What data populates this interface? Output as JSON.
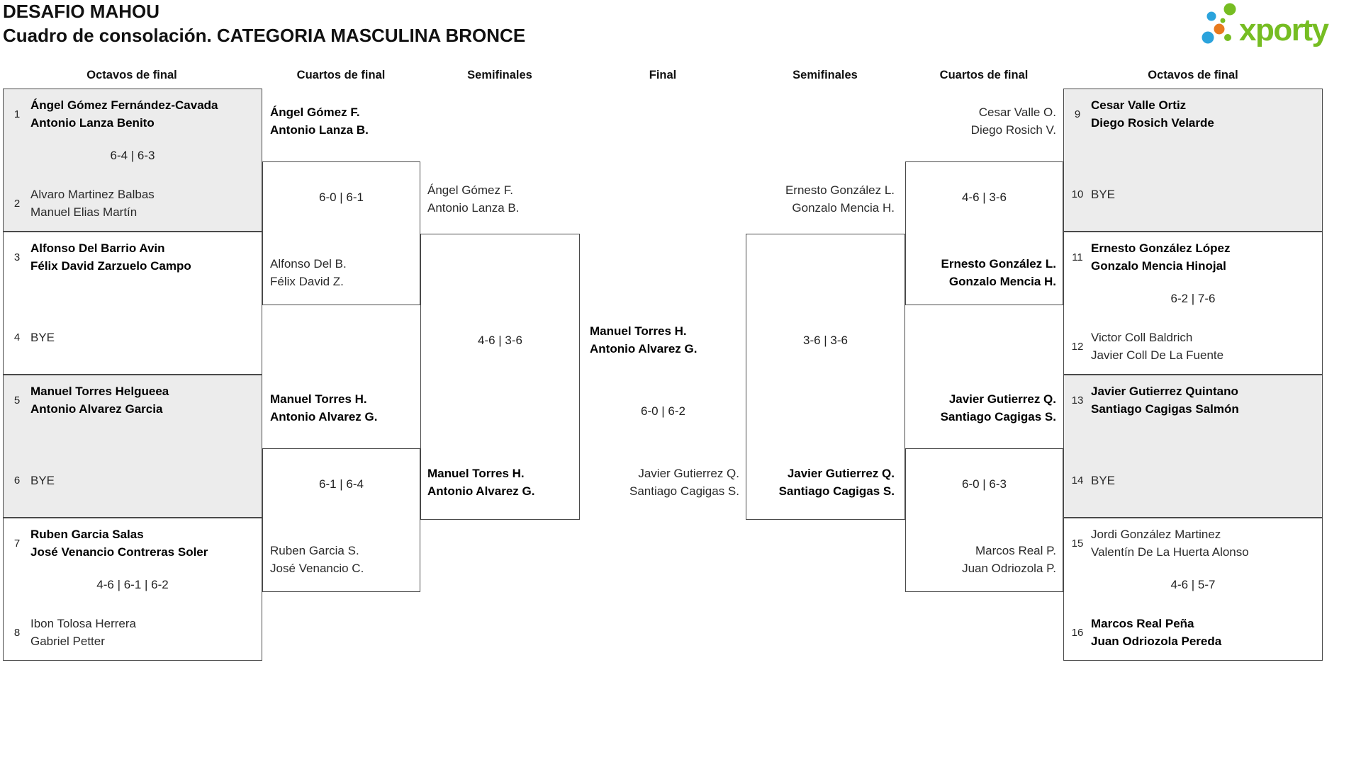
{
  "header": {
    "title": "DESAFIO MAHOU",
    "subtitle": "Cuadro de consolación. CATEGORIA MASCULINA BRONCE",
    "logo_text": "xporty",
    "logo_colors": {
      "green": "#76bd22",
      "blue": "#2ba3dc",
      "orange": "#e87a1e"
    }
  },
  "round_headers": [
    "Octavos de final",
    "Cuartos de final",
    "Semifinales",
    "Final",
    "Semifinales",
    "Cuartos de final",
    "Octavos de final"
  ],
  "colors": {
    "shaded_box": "#ececec",
    "border": "#4a4a4a"
  },
  "bracket": {
    "r16_left": [
      {
        "top": {
          "seed": "1",
          "players": [
            "Ángel Gómez Fernández-Cavada",
            "Antonio Lanza Benito"
          ]
        },
        "score": "6-4 | 6-3",
        "bottom": {
          "seed": "2",
          "players": [
            "Alvaro Martinez Balbas",
            "Manuel Elias Martín"
          ]
        }
      },
      {
        "top": {
          "seed": "3",
          "players": [
            "Alfonso Del Barrio Avin",
            "Félix David Zarzuelo Campo"
          ]
        },
        "score": "",
        "bottom": {
          "seed": "4",
          "players": [
            "BYE",
            ""
          ]
        }
      },
      {
        "top": {
          "seed": "5",
          "players": [
            "Manuel Torres Helgueea",
            "Antonio Alvarez Garcia"
          ]
        },
        "score": "",
        "bottom": {
          "seed": "6",
          "players": [
            "BYE",
            ""
          ]
        }
      },
      {
        "top": {
          "seed": "7",
          "players": [
            "Ruben Garcia Salas",
            "José Venancio Contreras Soler"
          ]
        },
        "score": "4-6 | 6-1 | 6-2",
        "bottom": {
          "seed": "8",
          "players": [
            "Ibon Tolosa Herrera",
            "Gabriel Petter"
          ]
        }
      }
    ],
    "r16_right": [
      {
        "top": {
          "seed": "9",
          "players": [
            "Cesar Valle Ortiz",
            "Diego Rosich Velarde"
          ]
        },
        "score": "",
        "bottom": {
          "seed": "10",
          "players": [
            "BYE",
            ""
          ]
        }
      },
      {
        "top": {
          "seed": "11",
          "players": [
            "Ernesto González López",
            "Gonzalo Mencia Hinojal"
          ]
        },
        "score": "6-2 | 7-6",
        "bottom": {
          "seed": "12",
          "players": [
            "Victor Coll Baldrich",
            "Javier Coll De La Fuente"
          ]
        }
      },
      {
        "top": {
          "seed": "13",
          "players": [
            "Javier Gutierrez Quintano",
            "Santiago Cagigas Salmón"
          ]
        },
        "score": "",
        "bottom": {
          "seed": "14",
          "players": [
            "BYE",
            ""
          ]
        }
      },
      {
        "top": {
          "seed": "15",
          "players": [
            "Jordi González Martinez",
            "Valentín De La Huerta Alonso"
          ]
        },
        "score": "4-6 | 5-7",
        "bottom": {
          "seed": "16",
          "players": [
            "Marcos Real Peña",
            "Juan Odriozola Pereda"
          ]
        }
      }
    ],
    "qf_left": [
      {
        "top": [
          "Ángel Gómez F.",
          "Antonio Lanza B."
        ],
        "score": "6-0 | 6-1",
        "bottom": [
          "Alfonso Del B.",
          "Félix David Z."
        ]
      },
      {
        "top": [
          "Manuel Torres H.",
          "Antonio Alvarez G."
        ],
        "score": "6-1 | 6-4",
        "bottom": [
          "Ruben Garcia S.",
          "José Venancio C."
        ]
      }
    ],
    "qf_right": [
      {
        "top": [
          "Cesar Valle O.",
          "Diego Rosich V."
        ],
        "score": "4-6 | 3-6",
        "bottom": [
          "Ernesto González L.",
          "Gonzalo Mencia H."
        ]
      },
      {
        "top": [
          "Javier Gutierrez Q.",
          "Santiago Cagigas S."
        ],
        "score": "6-0 | 6-3",
        "bottom": [
          "Marcos Real P.",
          "Juan Odriozola P."
        ]
      }
    ],
    "sf_left": {
      "top": [
        "Ángel Gómez F.",
        "Antonio Lanza B."
      ],
      "score": "4-6 | 3-6",
      "bottom": [
        "Manuel Torres H.",
        "Antonio Alvarez G."
      ]
    },
    "sf_right": {
      "top": [
        "Ernesto González L.",
        "Gonzalo Mencia H."
      ],
      "score": "3-6 | 3-6",
      "bottom": [
        "Javier Gutierrez Q.",
        "Santiago Cagigas S."
      ]
    },
    "final": {
      "top": [
        "Manuel Torres H.",
        "Antonio Alvarez G."
      ],
      "score": "6-0 | 6-2",
      "bottom": [
        "Javier Gutierrez Q.",
        "Santiago Cagigas S."
      ]
    }
  }
}
